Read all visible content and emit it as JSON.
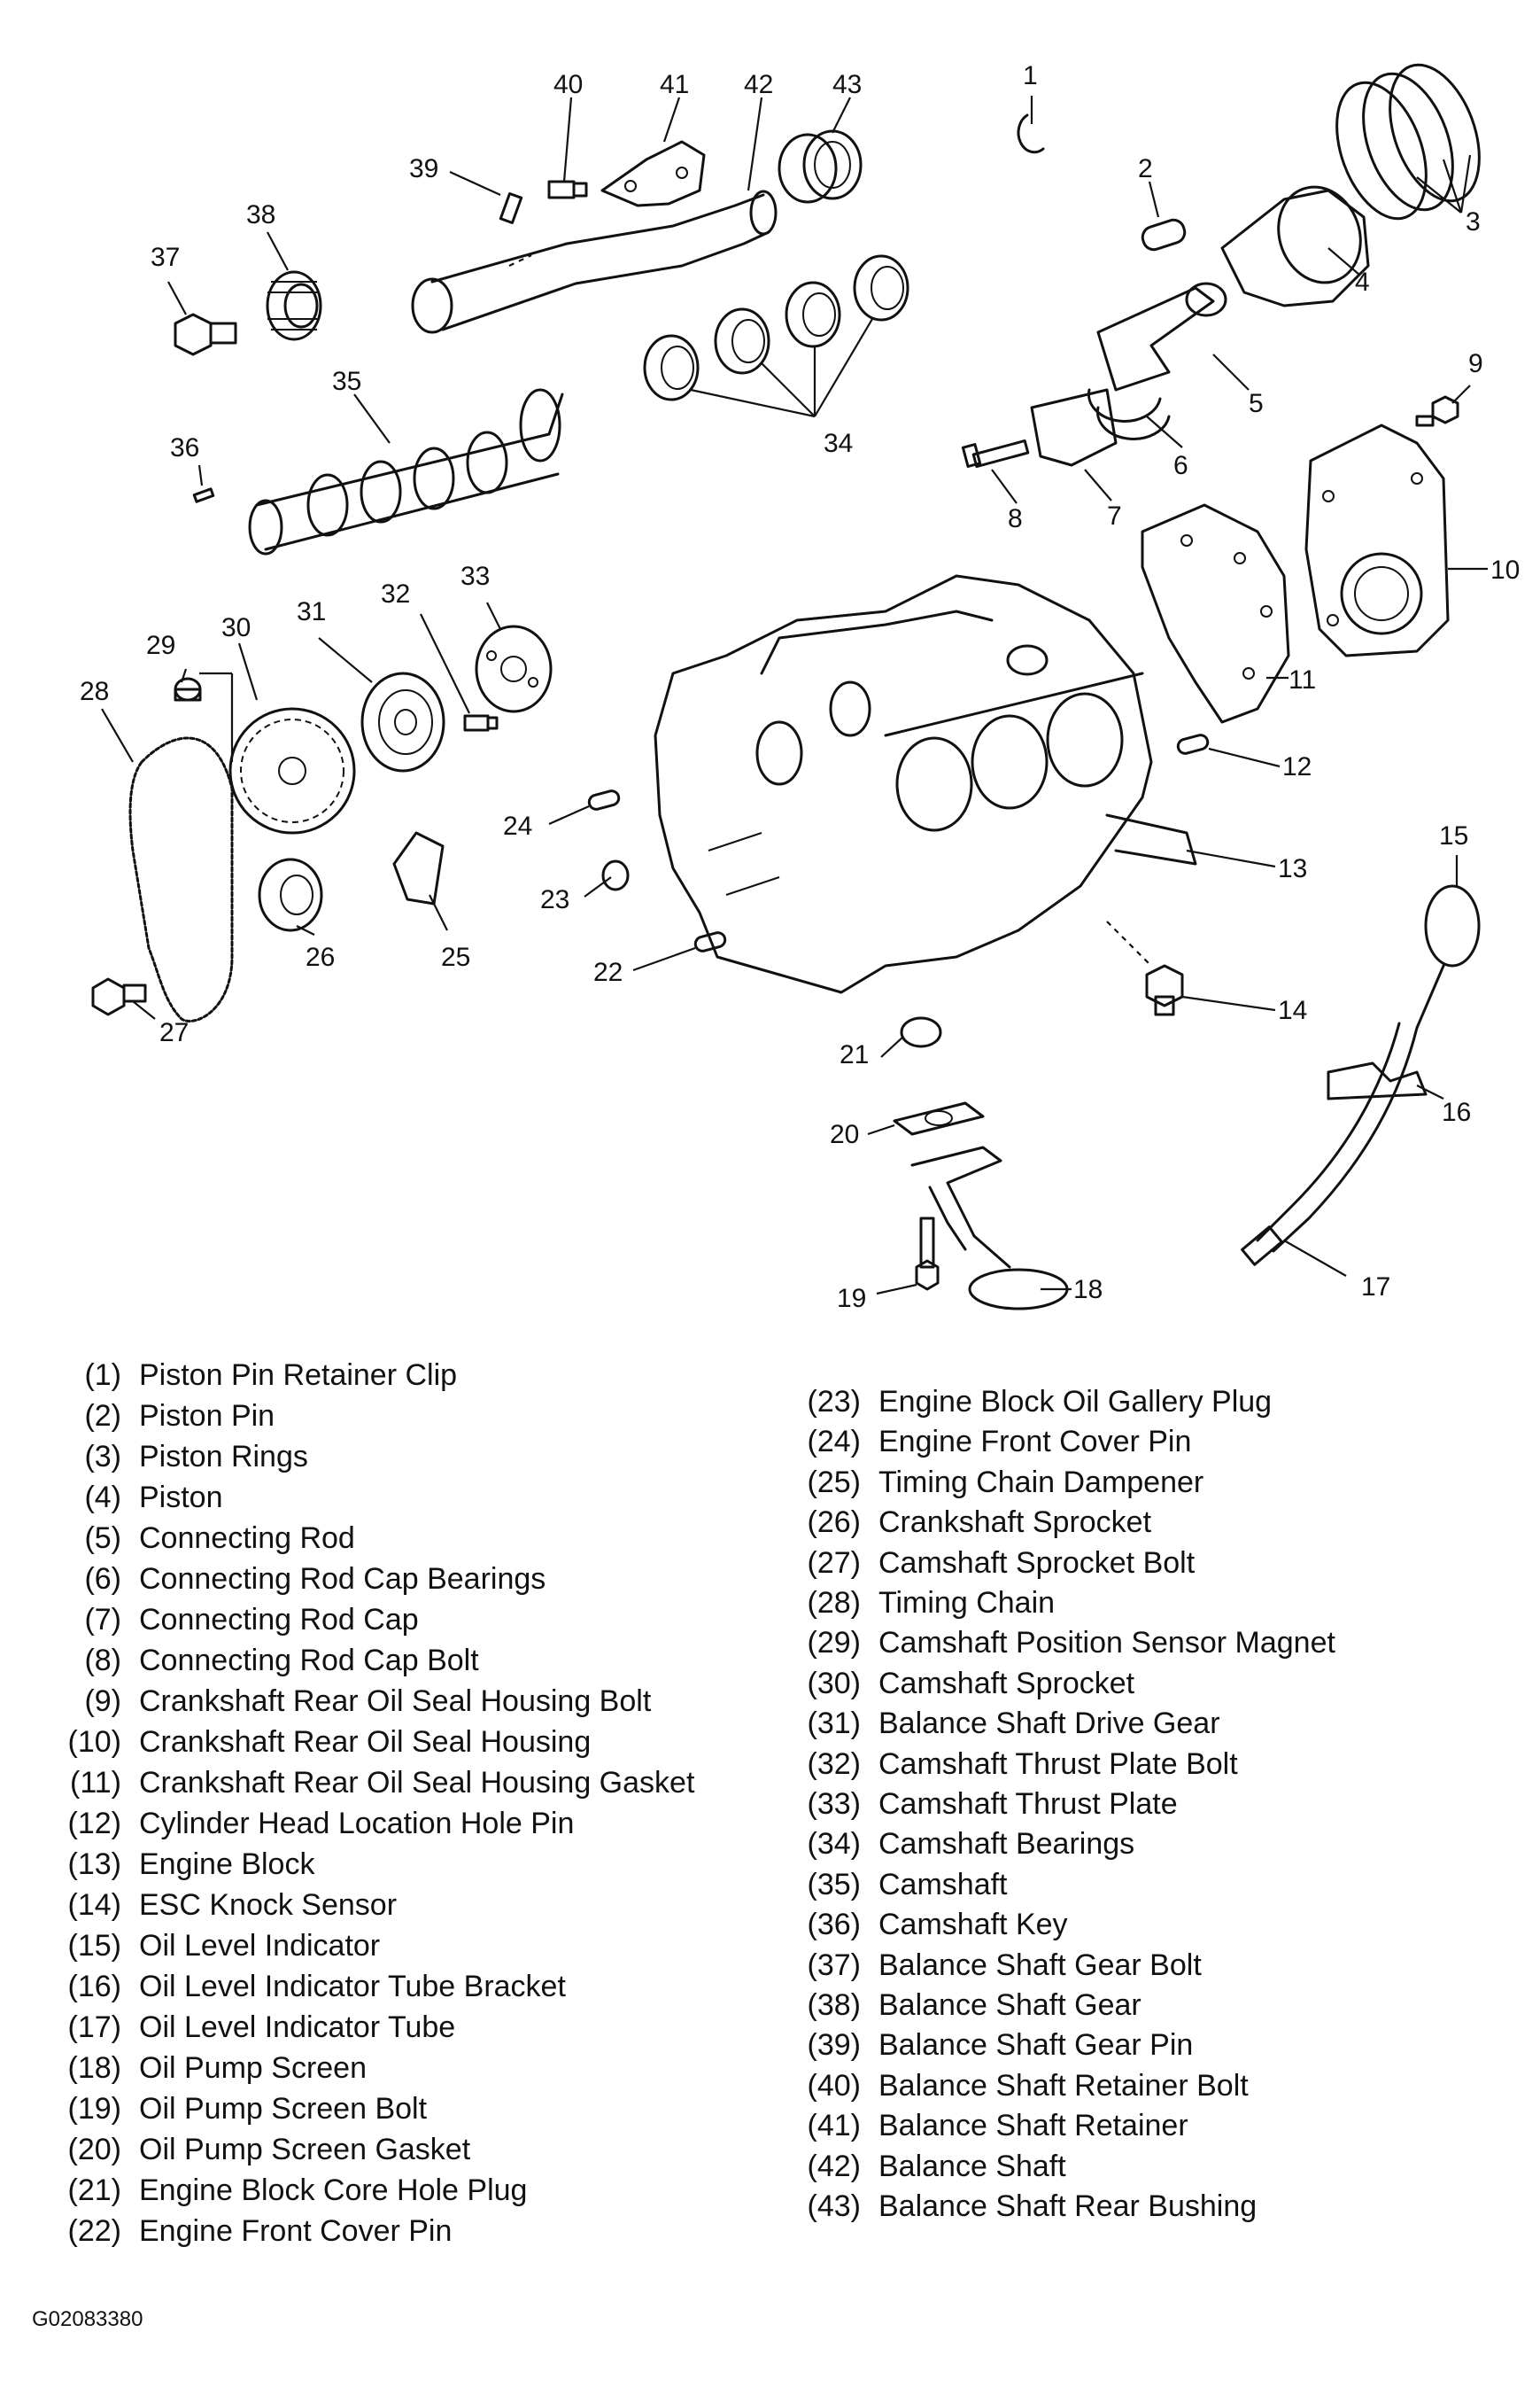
{
  "callouts": [
    "1",
    "2",
    "3",
    "4",
    "5",
    "6",
    "7",
    "8",
    "9",
    "10",
    "11",
    "12",
    "13",
    "14",
    "15",
    "16",
    "17",
    "18",
    "19",
    "20",
    "21",
    "22",
    "23",
    "24",
    "25",
    "26",
    "27",
    "28",
    "29",
    "30",
    "31",
    "32",
    "33",
    "34",
    "35",
    "36",
    "37",
    "38",
    "39",
    "40",
    "41",
    "42",
    "43"
  ],
  "legend": {
    "left": [
      {
        "num": "(1)",
        "name": "Piston Pin Retainer Clip"
      },
      {
        "num": "(2)",
        "name": "Piston Pin"
      },
      {
        "num": "(3)",
        "name": "Piston Rings"
      },
      {
        "num": "(4)",
        "name": "Piston"
      },
      {
        "num": "(5)",
        "name": "Connecting Rod"
      },
      {
        "num": "(6)",
        "name": "Connecting Rod Cap Bearings"
      },
      {
        "num": "(7)",
        "name": "Connecting Rod Cap"
      },
      {
        "num": "(8)",
        "name": "Connecting Rod Cap Bolt"
      },
      {
        "num": "(9)",
        "name": "Crankshaft Rear Oil Seal Housing Bolt"
      },
      {
        "num": "(10)",
        "name": "Crankshaft Rear Oil Seal Housing"
      },
      {
        "num": "(11)",
        "name": "Crankshaft Rear Oil Seal Housing Gasket"
      },
      {
        "num": "(12)",
        "name": "Cylinder Head Location Hole Pin"
      },
      {
        "num": "(13)",
        "name": "Engine Block"
      },
      {
        "num": "(14)",
        "name": "ESC Knock Sensor"
      },
      {
        "num": "(15)",
        "name": "Oil Level Indicator"
      },
      {
        "num": "(16)",
        "name": "Oil Level Indicator Tube Bracket"
      },
      {
        "num": "(17)",
        "name": "Oil Level Indicator Tube"
      },
      {
        "num": "(18)",
        "name": "Oil Pump Screen"
      },
      {
        "num": "(19)",
        "name": "Oil Pump Screen Bolt"
      },
      {
        "num": "(20)",
        "name": "Oil Pump Screen Gasket"
      },
      {
        "num": "(21)",
        "name": "Engine Block Core Hole Plug"
      },
      {
        "num": "(22)",
        "name": "Engine Front Cover Pin"
      }
    ],
    "right": [
      {
        "num": "(23)",
        "name": "Engine Block Oil Gallery Plug"
      },
      {
        "num": "(24)",
        "name": "Engine Front Cover Pin"
      },
      {
        "num": "(25)",
        "name": "Timing Chain Dampener"
      },
      {
        "num": "(26)",
        "name": "Crankshaft Sprocket"
      },
      {
        "num": "(27)",
        "name": "Camshaft Sprocket Bolt"
      },
      {
        "num": "(28)",
        "name": "Timing Chain"
      },
      {
        "num": "(29)",
        "name": "Camshaft Position Sensor Magnet"
      },
      {
        "num": "(30)",
        "name": "Camshaft Sprocket"
      },
      {
        "num": "(31)",
        "name": "Balance Shaft Drive Gear"
      },
      {
        "num": "(32)",
        "name": "Camshaft Thrust Plate Bolt"
      },
      {
        "num": "(33)",
        "name": "Camshaft Thrust Plate"
      },
      {
        "num": "(34)",
        "name": "Camshaft Bearings"
      },
      {
        "num": "(35)",
        "name": "Camshaft"
      },
      {
        "num": "(36)",
        "name": "Camshaft Key"
      },
      {
        "num": "(37)",
        "name": "Balance Shaft Gear Bolt"
      },
      {
        "num": "(38)",
        "name": "Balance Shaft Gear"
      },
      {
        "num": "(39)",
        "name": "Balance Shaft Gear Pin"
      },
      {
        "num": "(40)",
        "name": "Balance Shaft Retainer Bolt"
      },
      {
        "num": "(41)",
        "name": "Balance Shaft Retainer"
      },
      {
        "num": "(42)",
        "name": "Balance Shaft"
      },
      {
        "num": "(43)",
        "name": "Balance Shaft Rear Bushing"
      }
    ]
  },
  "figure_code": "G02083380"
}
